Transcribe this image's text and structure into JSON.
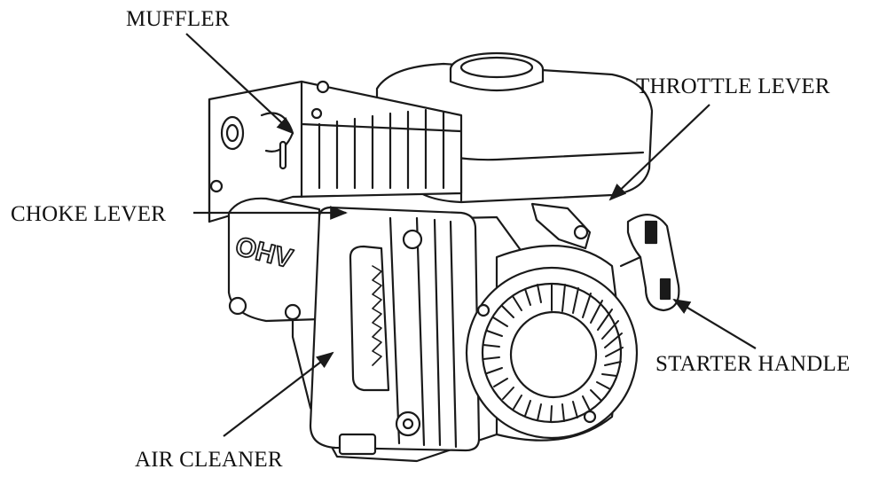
{
  "labels": {
    "muffler": "MUFFLER",
    "throttle_lever": "THROTTLE LEVER",
    "choke_lever": "CHOKE LEVER",
    "starter_handle": "STARTER HANDLE",
    "air_cleaner": "AIR CLEANER"
  },
  "engine_badge": "OHV",
  "colors": {
    "line": "#1a1a1a",
    "fill": "#ffffff",
    "label": "#111111"
  }
}
